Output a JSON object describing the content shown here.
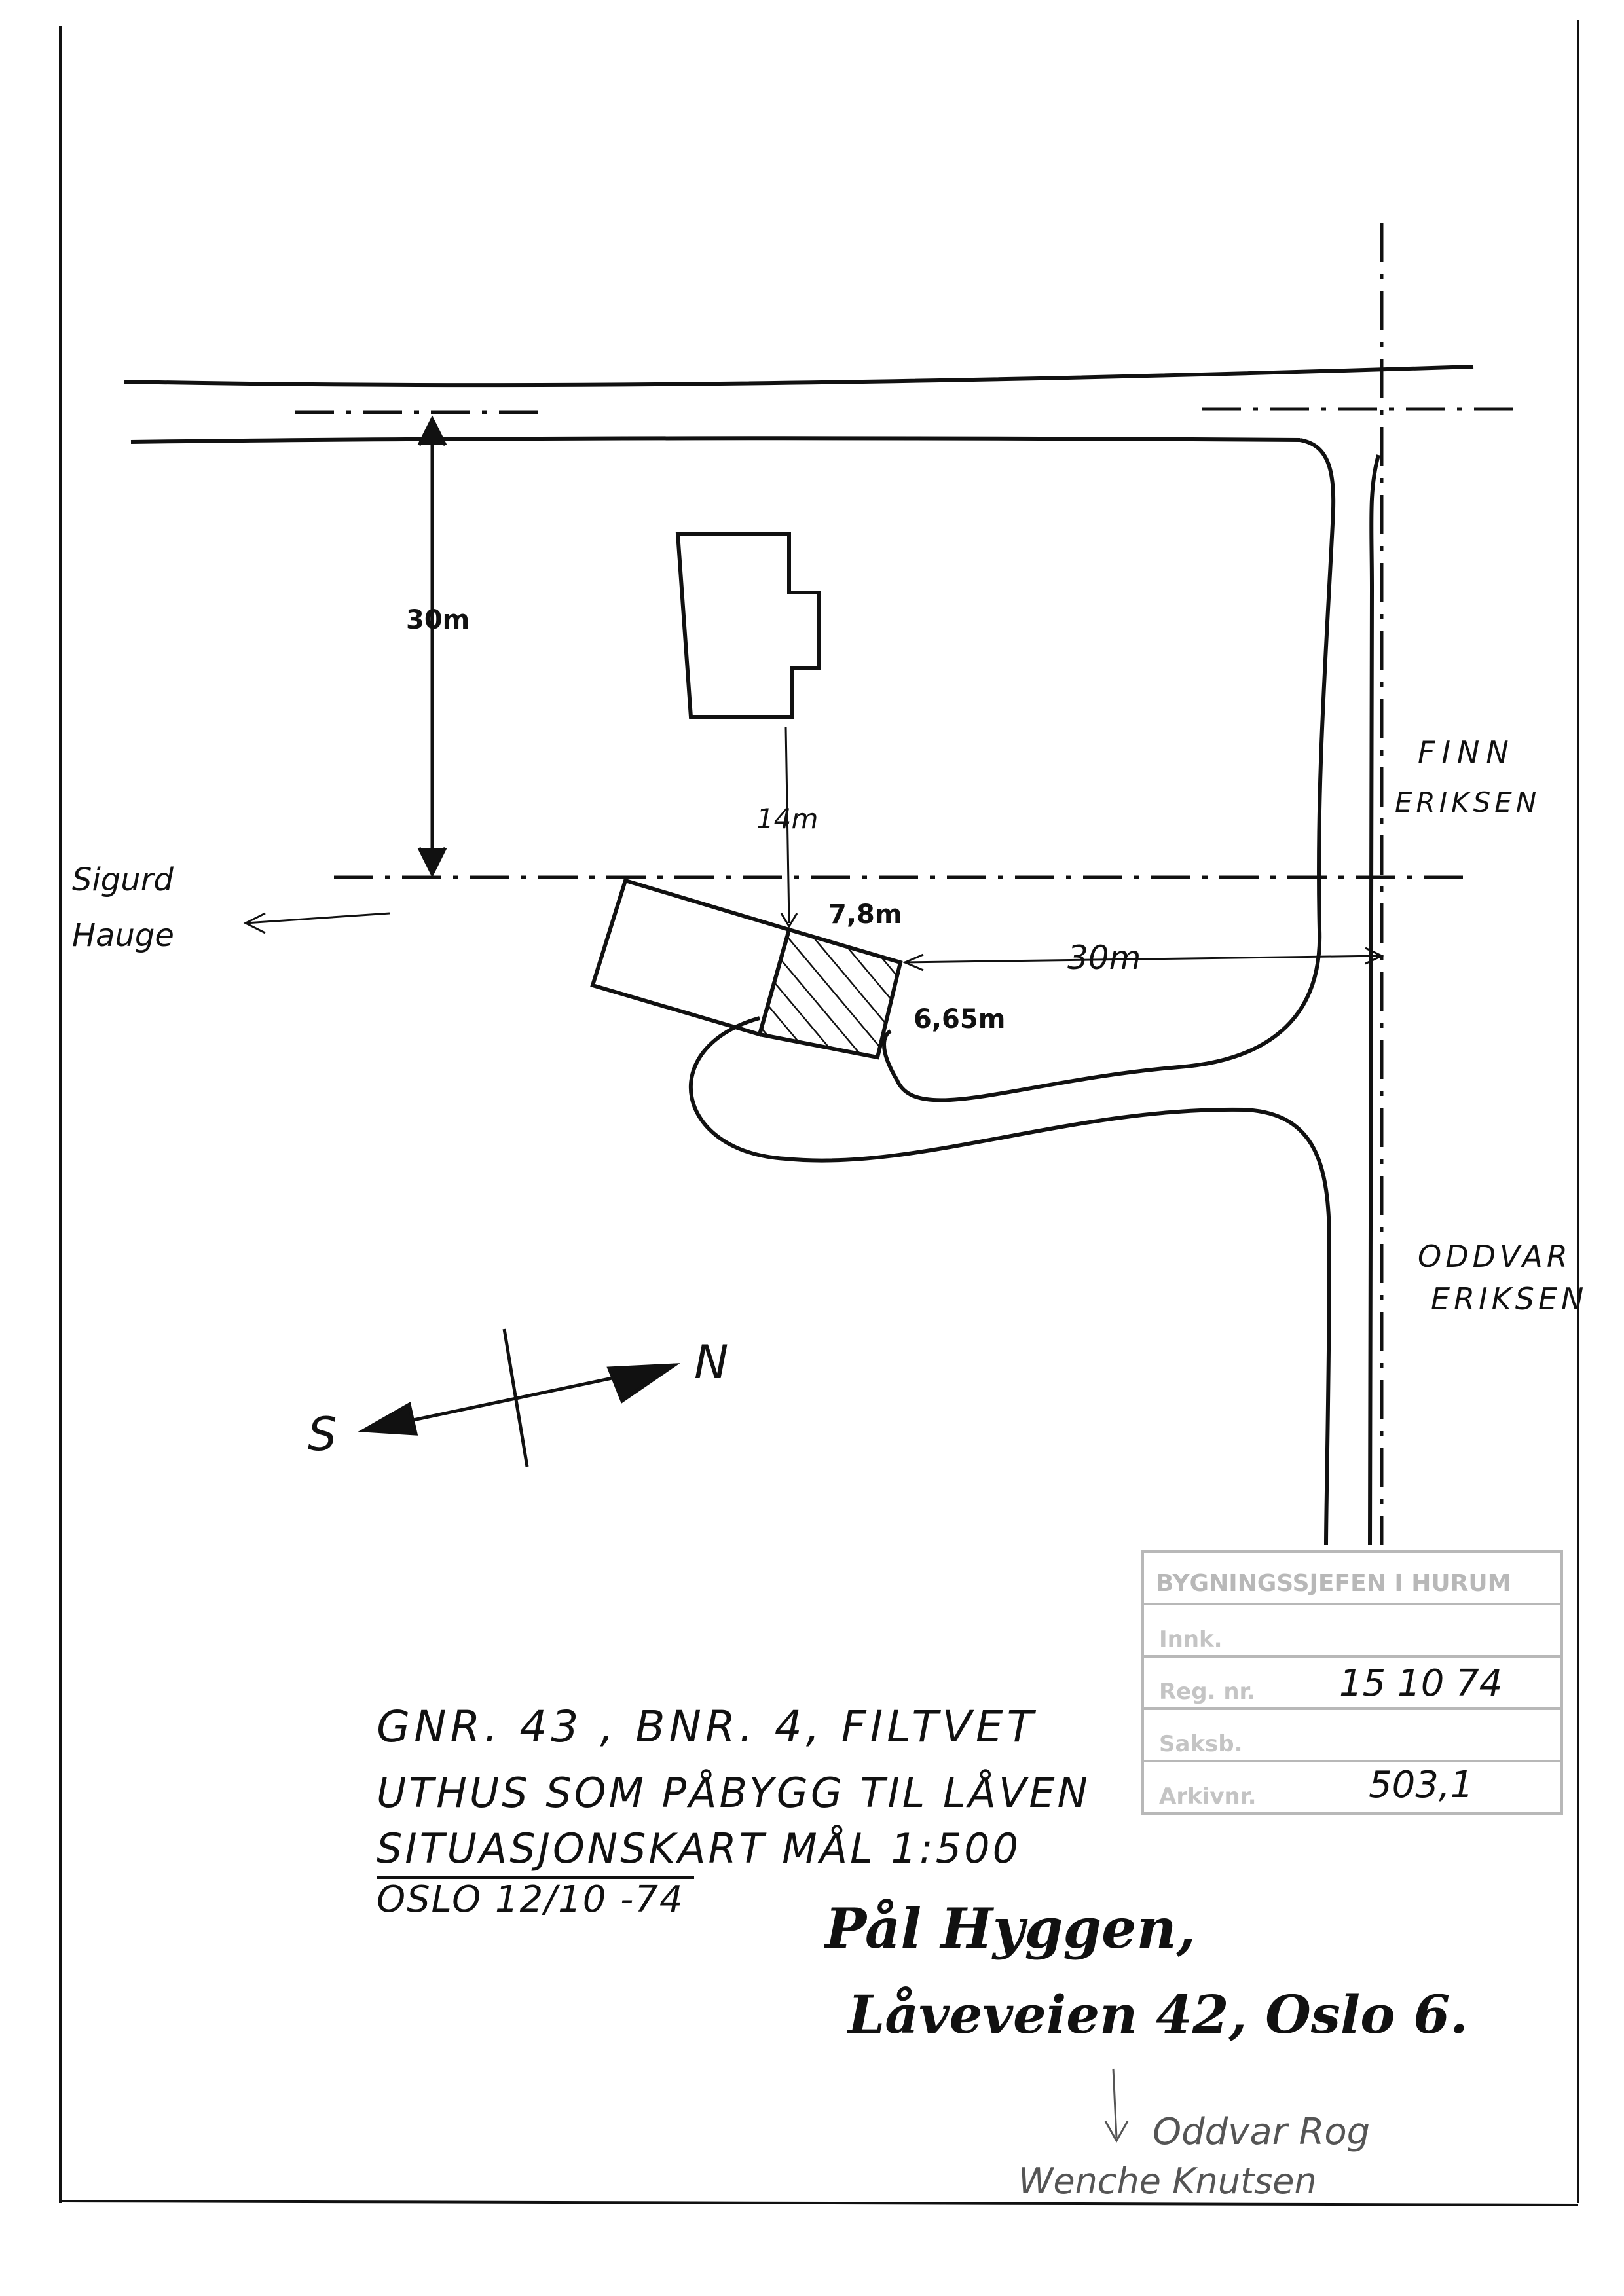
{
  "labels": {
    "setback_north": "30m",
    "dist_house": "14m",
    "width": "7,8m",
    "dist_east": "30m",
    "depth": "6,65m",
    "neighbor_west": [
      "Sigurd",
      "Hauge"
    ],
    "neighbor_east_1": [
      "FINN",
      "ERIKSEN"
    ],
    "neighbor_east_2": [
      "ODDVAR",
      "ERIKSEN"
    ],
    "compass_north": "N",
    "compass_south": "S"
  },
  "title_block": {
    "line1": "GNR. 43 , BNR. 4, FILTVET",
    "line2": "UTHUS  SOM PÅBYGG TIL LÅVEN",
    "line3": "SITUASJONSKART  MÅL 1:500",
    "line4": "OSLO 12/10 -74"
  },
  "signature": {
    "name": "Pål Hyggen,",
    "address": "Låveveien 42, Oslo 6."
  },
  "stamp": {
    "header": "BYGNINGSSJEFEN I HURUM",
    "rows": [
      "Innk.",
      "Reg. nr.",
      "Saksb.",
      "Arkivnr."
    ],
    "date": "15 10  74",
    "number": "503,1"
  },
  "bottom_note": [
    "Oddvar Rog",
    "Wenche Knutsen"
  ],
  "colors": {
    "ink": "#111111",
    "stamp": "#b8b8b8",
    "pencil": "#555555"
  }
}
